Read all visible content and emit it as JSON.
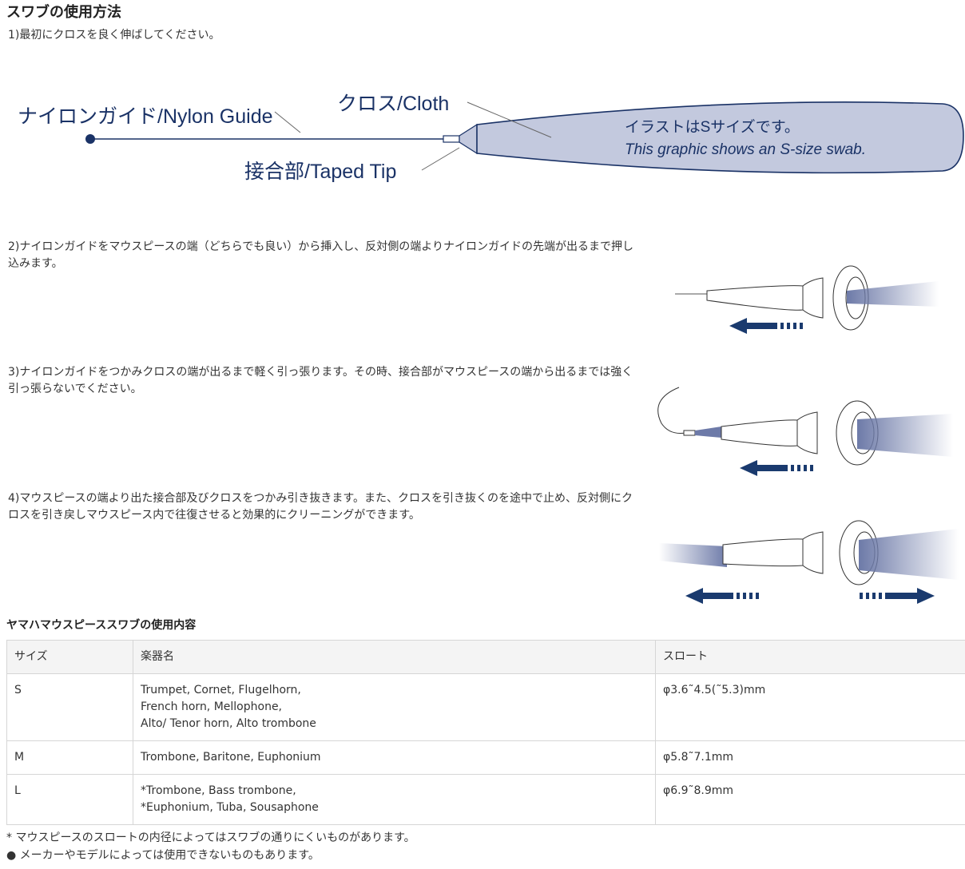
{
  "page": {
    "title": "スワブの使用方法"
  },
  "steps": [
    "1)最初にクロスを良く伸ばしてください。",
    "2)ナイロンガイドをマウスピースの端（どちらでも良い）から挿入し、反対側の端よりナイロンガイドの先端が出るまで押し込みます。",
    "3)ナイロンガイドをつかみクロスの端が出るまで軽く引っ張ります。その時、接合部がマウスピースの端から出るまでは強く引っ張らないでください。",
    "4)マウスピースの端より出た接合部及びクロスをつかみ引き抜きます。また、クロスを引き抜くのを途中で止め、反対側にクロスを引き戻しマウスピース内で往復させると効果的にクリーニングができます。"
  ],
  "diagram": {
    "nylon_guide": "ナイロンガイド/Nylon Guide",
    "cloth": "クロス/Cloth",
    "taped_tip": "接合部/Taped Tip",
    "note_ja": "イラストはSサイズです。",
    "note_en": "This graphic shows an S-size swab.",
    "colors": {
      "ink": "#1a3266",
      "cloth_fill": "#c3c9de",
      "arrow": "#1a3a6e"
    }
  },
  "table": {
    "title": "ヤマハマウスピーススワブの使用内容",
    "headers": [
      "サイズ",
      "楽器名",
      "スロート"
    ],
    "rows": [
      [
        "S",
        "Trumpet, Cornet, Flugelhorn,\nFrench horn, Mellophone,\nAlto/ Tenor horn, Alto trombone",
        "φ3.6˜4.5(˜5.3)mm"
      ],
      [
        "M",
        "Trombone, Baritone, Euphonium",
        "φ5.8˜7.1mm"
      ],
      [
        "L",
        "*Trombone, Bass trombone,\n*Euphonium, Tuba, Sousaphone",
        "φ6.9˜8.9mm"
      ]
    ]
  },
  "notes": [
    "* マウスピースのスロートの内径によってはスワブの通りにくいものがあります。",
    "● メーカーやモデルによっては使用できないものもあります。"
  ]
}
